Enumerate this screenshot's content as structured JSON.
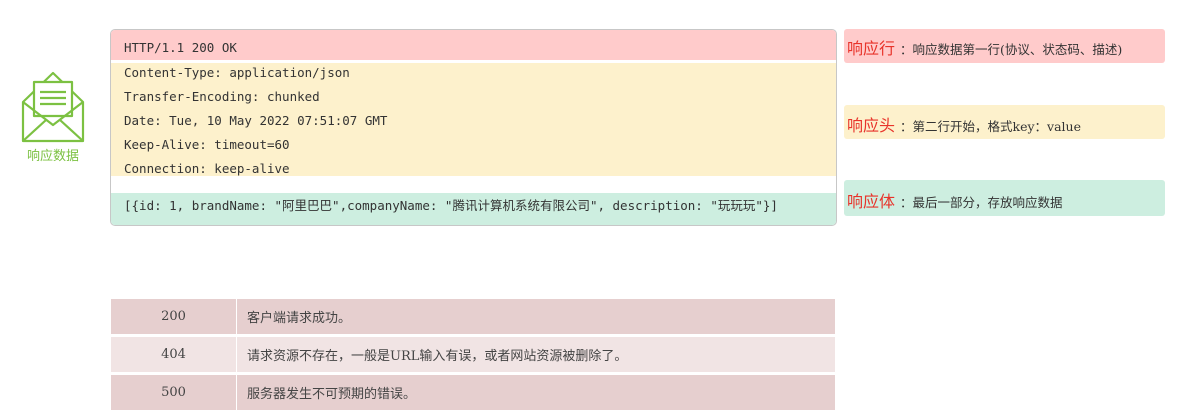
{
  "icon": {
    "name": "envelope-icon",
    "label": "响应数据",
    "color": "#7cc142"
  },
  "response": {
    "status_line": "HTTP/1.1 200 OK",
    "headers": [
      "Content-Type: application/json",
      "Transfer-Encoding: chunked",
      "Date: Tue, 10 May 2022 07:51:07 GMT",
      "Keep-Alive: timeout=60",
      "Connection: keep-alive"
    ],
    "body": "[{id: 1, brandName: \"阿里巴巴\",companyName: \"腾讯计算机系统有限公司\", description: \"玩玩玩\"}]"
  },
  "annotations": {
    "line": {
      "key": "响应行",
      "desc": "：响应数据第一行(协议、状态码、描述)"
    },
    "headers": {
      "key": "响应头",
      "desc": "：第二行开始，格式key：value"
    },
    "body": {
      "key": "响应体",
      "desc": "：最后一部分，存放响应数据"
    }
  },
  "status_codes": [
    {
      "code": "200",
      "desc": "客户端请求成功。"
    },
    {
      "code": "404",
      "desc": "请求资源不存在，一般是URL输入有误，或者网站资源被删除了。"
    },
    {
      "code": "500",
      "desc": "服务器发生不可预期的错误。"
    }
  ],
  "colors": {
    "line_bg": "#ffcbcb",
    "headers_bg": "#fdf1cc",
    "body_bg": "#cdeee0",
    "annotation_key": "#e8332a",
    "table_dark": "#e6cfcf",
    "table_light": "#f1e4e4"
  }
}
